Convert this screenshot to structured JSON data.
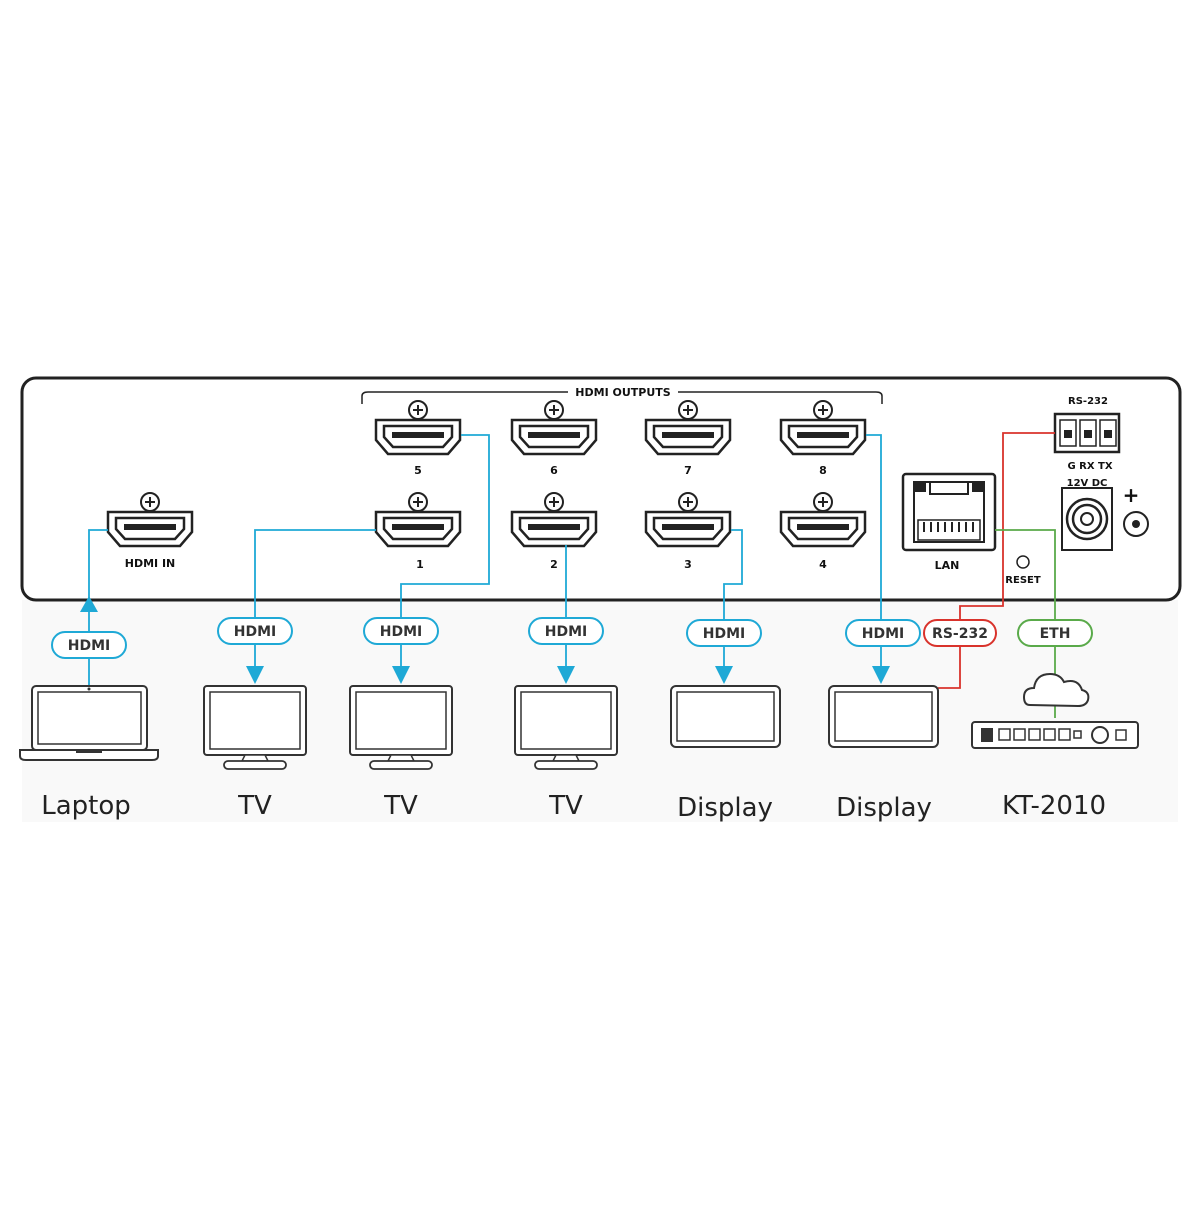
{
  "panel": {
    "hdmi_outputs_label": "HDMI OUTPUTS",
    "hdmi_in_label": "HDMI IN",
    "ports_top": [
      "5",
      "6",
      "7",
      "8"
    ],
    "ports_bottom": [
      "1",
      "2",
      "3",
      "4"
    ],
    "lan_label": "LAN",
    "reset_label": "RESET",
    "rs232_header": "RS-232",
    "rs232_pins": "G  RX TX",
    "power_label": "12V DC",
    "power_plus": "+"
  },
  "connections": {
    "hdmi": "HDMI",
    "rs232": "RS-232",
    "eth": "ETH"
  },
  "devices": [
    "Laptop",
    "TV",
    "TV",
    "TV",
    "Display",
    "Display",
    "KT-2010"
  ],
  "colors": {
    "hdmi_line": "#1fa9d6",
    "rs232_line": "#d9332c",
    "eth_line": "#5aaa4a",
    "outline": "#222222",
    "footer_bg": "#f9f9f9"
  }
}
